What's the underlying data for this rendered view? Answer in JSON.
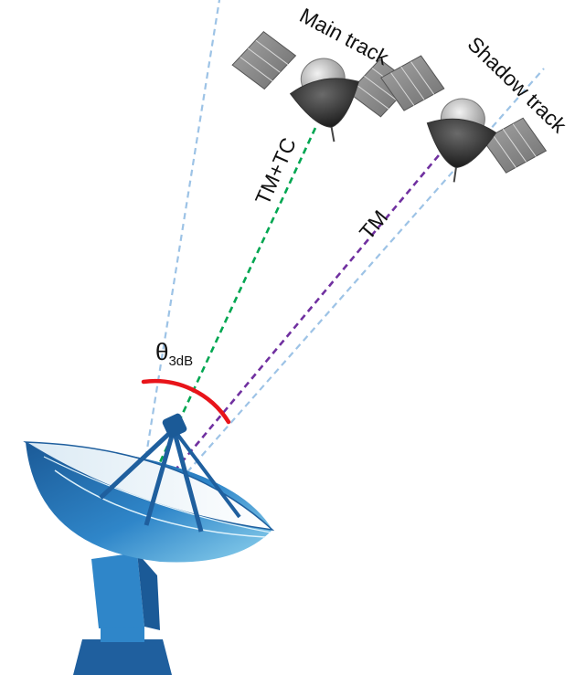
{
  "labels": {
    "main_track": "Main track",
    "shadow_track": "Shadow track",
    "tm_tc": "TM+TC",
    "tm": "TM",
    "theta_symbol": "θ",
    "theta_subscript": "3dB"
  },
  "colors": {
    "beam_edge": "#9dc3e6",
    "tm_tc_link": "#00a651",
    "tm_link": "#7030a0",
    "beamwidth_arc": "#e8141a",
    "dish_dark": "#1f5f9e",
    "dish_mid": "#2f86c9",
    "dish_light": "#8fd3ee",
    "solar_panel": "#8c8c8c",
    "satellite_body": "#c9c9c9"
  },
  "icons": {
    "ground_station": "parabolic-antenna-icon",
    "main_satellite": "satellite-icon",
    "shadow_satellite": "satellite-icon"
  }
}
